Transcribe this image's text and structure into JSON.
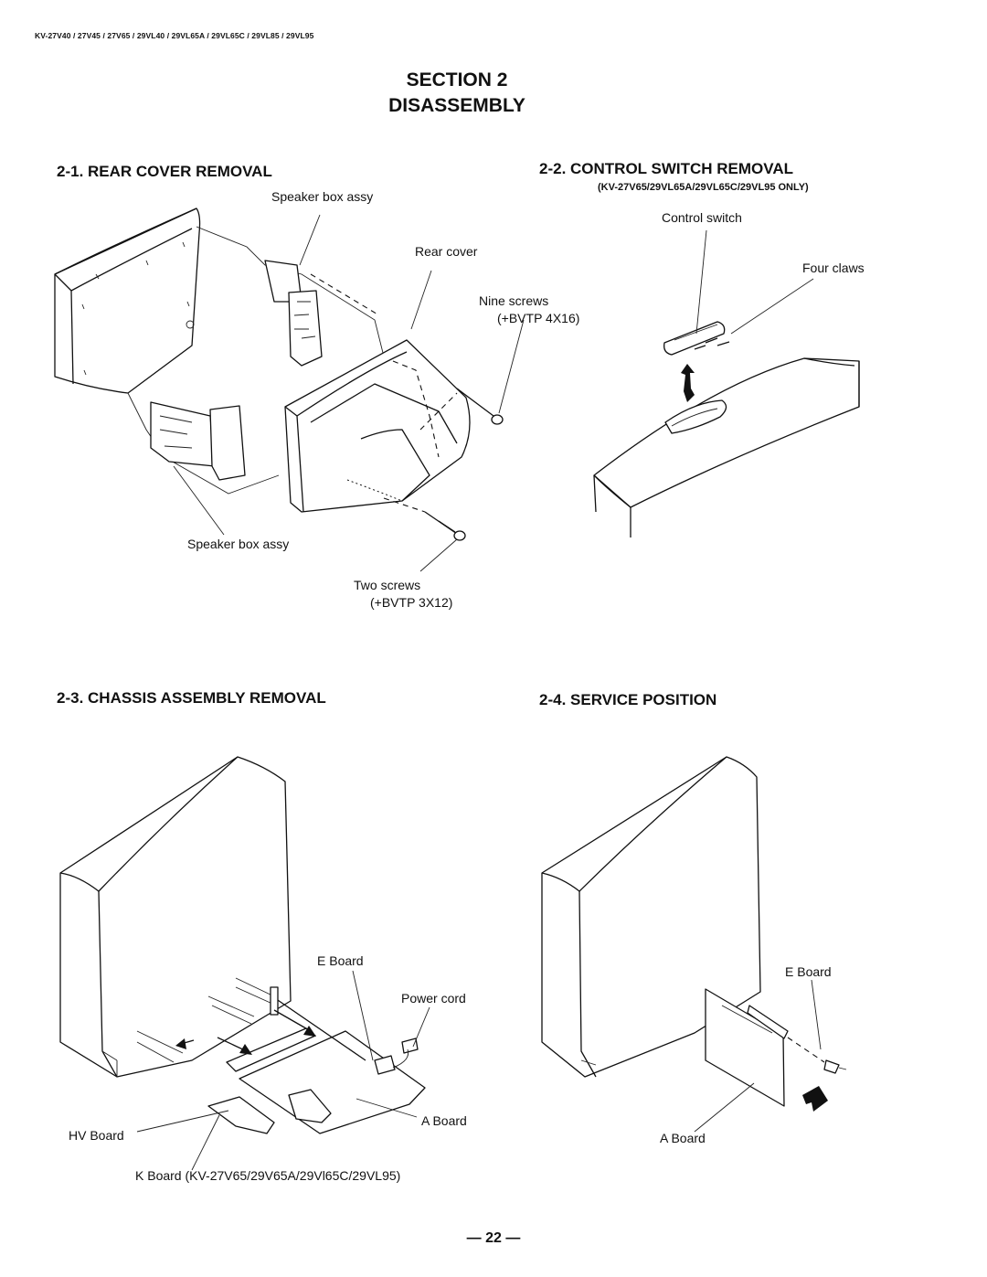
{
  "header": {
    "models": "KV-27V40 / 27V45 / 27V65 / 29VL40 / 29VL65A / 29VL65C / 29VL85 / 29VL95"
  },
  "title": {
    "line1": "SECTION  2",
    "line2": "DISASSEMBLY"
  },
  "sections": {
    "rear_cover": {
      "heading": "2-1.     REAR COVER REMOVAL",
      "labels": {
        "speaker_top": "Speaker box assy",
        "rear_cover": "Rear cover",
        "nine_screws": "Nine screws",
        "nine_screws_spec": "(+BVTP 4X16)",
        "speaker_bottom": "Speaker box assy",
        "two_screws": "Two screws",
        "two_screws_spec": "(+BVTP 3X12)"
      }
    },
    "control_switch": {
      "heading": "2-2.     CONTROL SWITCH REMOVAL",
      "note": "(KV-27V65/29VL65A/29VL65C/29VL95 ONLY)",
      "labels": {
        "control_switch": "Control switch",
        "four_claws": "Four claws"
      }
    },
    "chassis": {
      "heading": "2-3. CHASSIS ASSEMBLY REMOVAL",
      "labels": {
        "e_board": "E Board",
        "power_cord": "Power cord",
        "a_board": "A Board",
        "hv_board": "HV Board",
        "k_board": "K Board (KV-27V65/29V65A/29Vl65C/29VL95)"
      }
    },
    "service": {
      "heading": "2-4. SERVICE POSITION",
      "labels": {
        "e_board": "E Board",
        "a_board": "A Board"
      }
    }
  },
  "page_number": "— 22 —"
}
